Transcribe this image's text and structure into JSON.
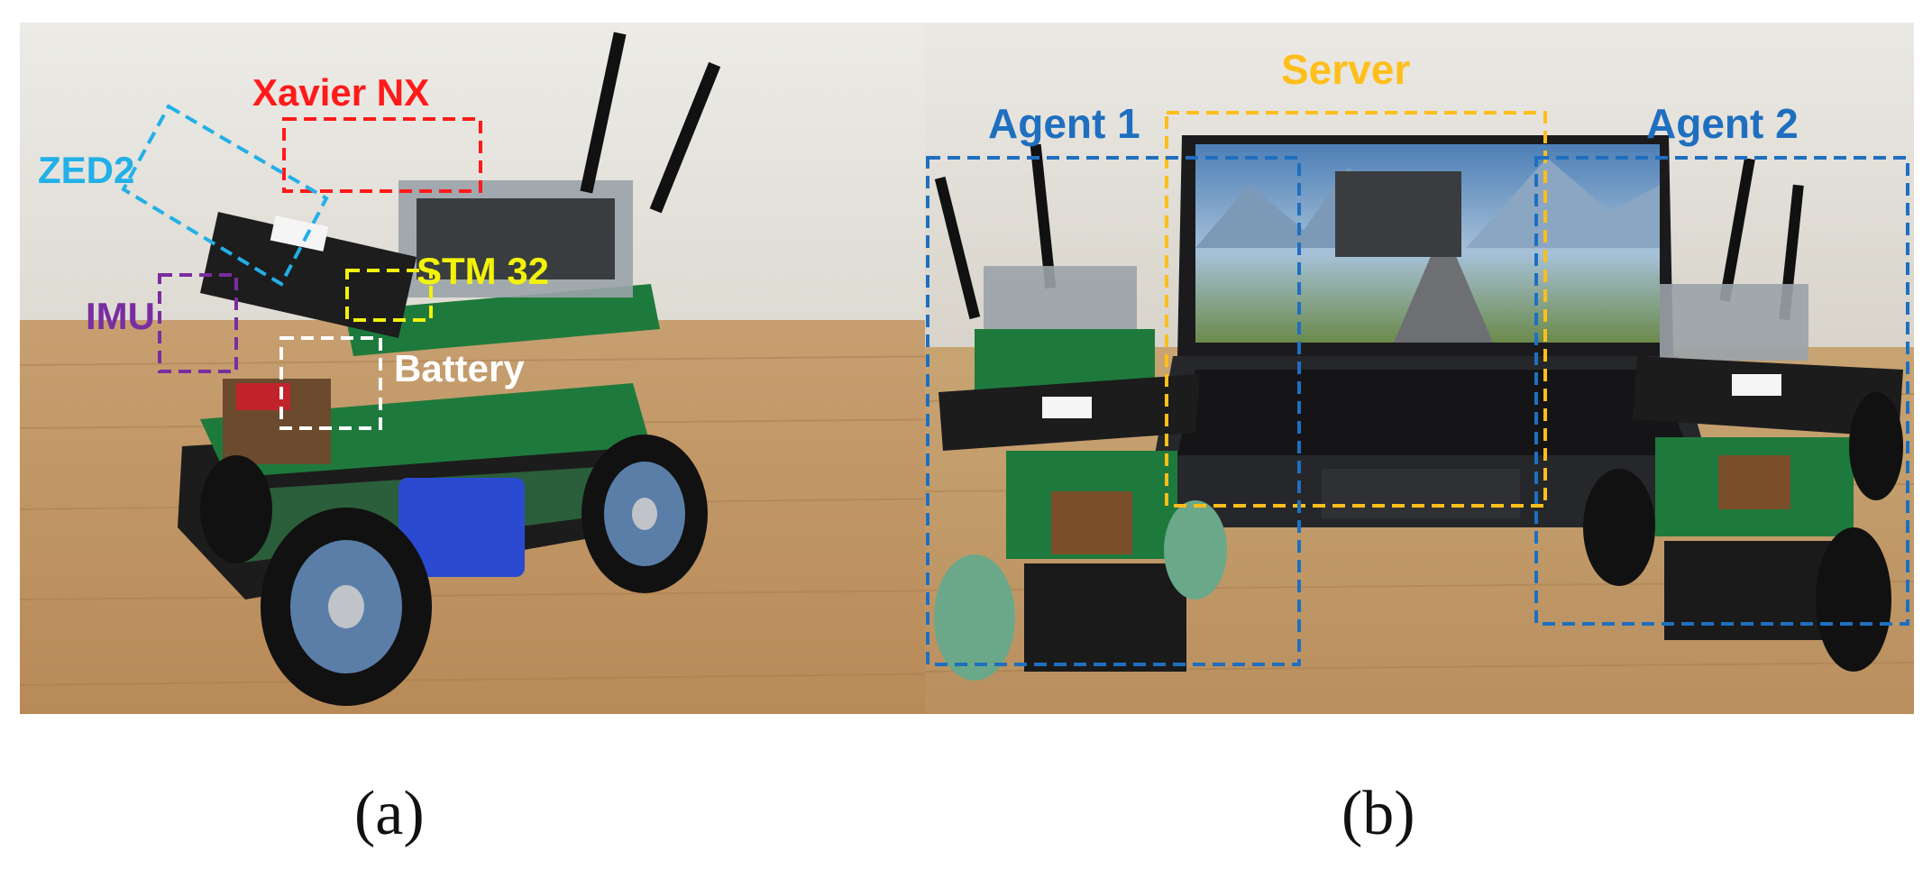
{
  "figure": {
    "panel_a": {
      "caption": "(a)",
      "labels": {
        "xavier": "Xavier NX",
        "zed2": "ZED2",
        "imu": "IMU",
        "stm32": "STM 32",
        "battery": "Battery"
      }
    },
    "panel_b": {
      "caption": "(b)",
      "labels": {
        "server": "Server",
        "agent1": "Agent 1",
        "agent2": "Agent 2"
      }
    }
  },
  "colors": {
    "xavier": "#ff1a1a",
    "zed2": "#22b0e8",
    "imu": "#7a2da0",
    "stm32": "#f2f20a",
    "battery": "#ffffff",
    "server": "#ffbe1a",
    "agent": "#1f6fc0"
  }
}
